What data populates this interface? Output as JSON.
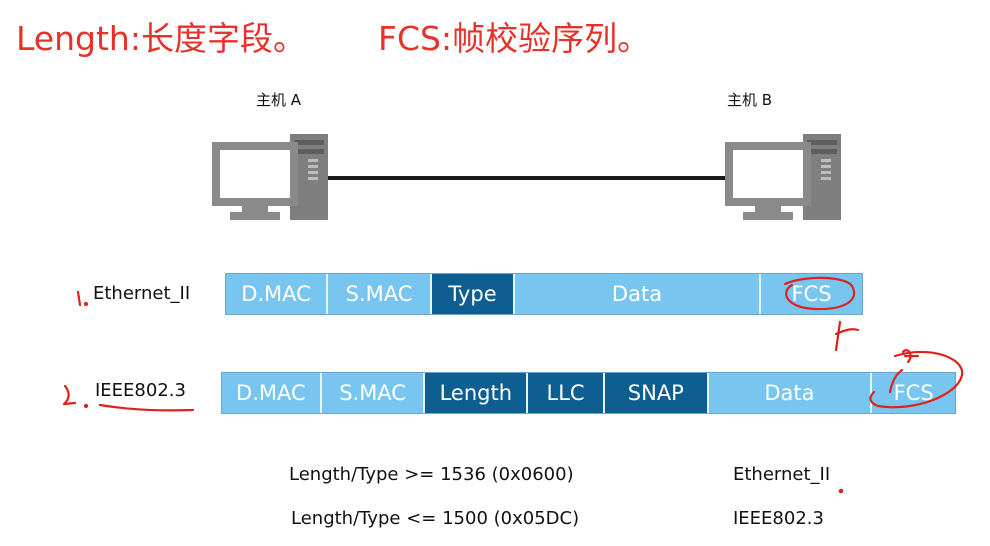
{
  "title_length": "Length:长度字段。",
  "title_fcs": "FCS:帧校验序列。",
  "host_a_label": "主机 A",
  "host_b_label": "主机 B",
  "frames": {
    "ethernet_ii": {
      "name": "Ethernet_II",
      "fields": [
        "D.MAC",
        "S.MAC",
        "Type",
        "Data",
        "FCS"
      ]
    },
    "ieee8023": {
      "name": "IEEE802.3",
      "fields": [
        "D.MAC",
        "S.MAC",
        "Length",
        "LLC",
        "SNAP",
        "Data",
        "FCS"
      ]
    }
  },
  "rules": [
    {
      "condition": "Length/Type >= 1536 (0x0600)",
      "result": "Ethernet_II"
    },
    {
      "condition": "Length/Type <= 1500 (0x05DC)",
      "result": "IEEE802.3"
    }
  ],
  "colors": {
    "heading": "#e8312a",
    "field_light": "#78c6ef",
    "field_dark": "#0e5e92",
    "annotation": "#e0201a"
  },
  "icons": {
    "host": "desktop-computer-icon"
  }
}
